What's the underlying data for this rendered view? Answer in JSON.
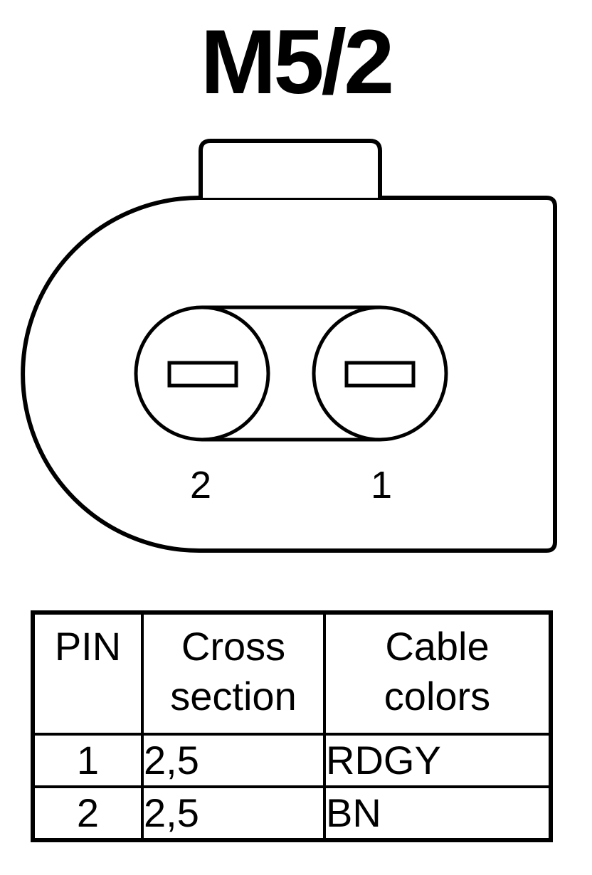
{
  "title": "M5/2",
  "connector": {
    "pin_labels": [
      "2",
      "1"
    ]
  },
  "table": {
    "headers": [
      [
        "PIN"
      ],
      [
        "Cross",
        "section"
      ],
      [
        "Cable",
        "colors"
      ]
    ],
    "rows": [
      {
        "pin": "1",
        "cross_section": "2,5",
        "color": "RDGY"
      },
      {
        "pin": "2",
        "cross_section": "2,5",
        "color": "BN"
      }
    ]
  }
}
